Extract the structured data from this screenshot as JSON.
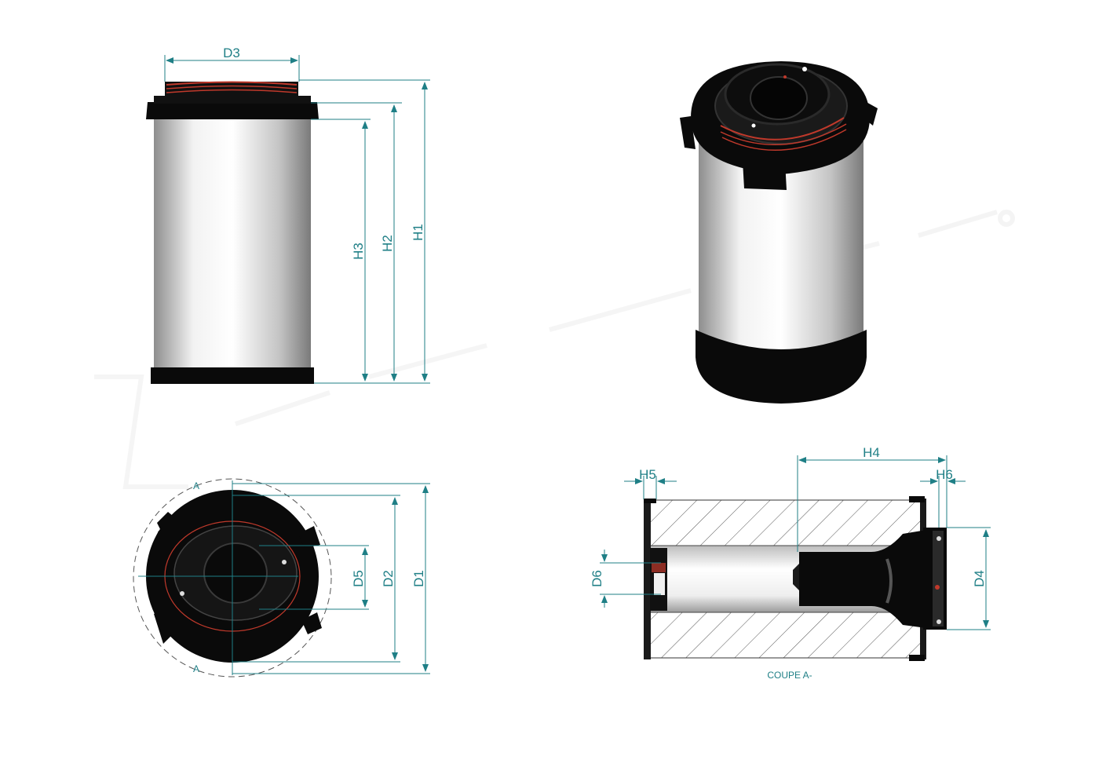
{
  "dimensions": {
    "d1": "D1",
    "d2": "D2",
    "d3": "D3",
    "d4": "D4",
    "d5": "D5",
    "d6": "D6",
    "h1": "H1",
    "h2": "H2",
    "h3": "H3",
    "h4": "H4",
    "h5": "H5",
    "h6": "H6"
  },
  "section_mark": "A",
  "section_caption": "COUPE A-",
  "colors": {
    "dimension": "#1f7f86",
    "seal": "#c0392b",
    "body_dark": "#0a0a0a"
  }
}
